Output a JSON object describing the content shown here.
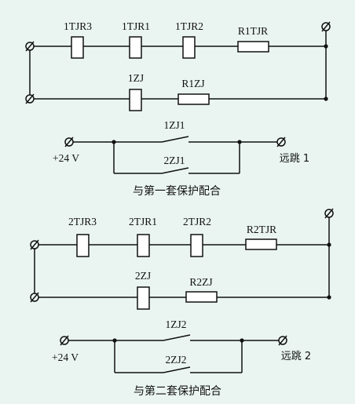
{
  "colors": {
    "background": "#eaf5f1",
    "line": "#111111",
    "component_fill": "#ffffff"
  },
  "figure1": {
    "circuit": {
      "relay_tjr3": "1TJR3",
      "relay_tjr1": "1TJR1",
      "relay_tjr2": "1TJR2",
      "resistor_top": "R1TJR",
      "relay_zj": "1ZJ",
      "resistor_bottom": "R1ZJ"
    },
    "output": {
      "source_label": "+24 V",
      "contact_top": "1ZJ1",
      "contact_bottom": "2ZJ1",
      "target_label": "远跳 1"
    },
    "caption": "与第一套保护配合"
  },
  "figure2": {
    "circuit": {
      "relay_tjr3": "2TJR3",
      "relay_tjr1": "2TJR1",
      "relay_tjr2": "2TJR2",
      "resistor_top": "R2TJR",
      "relay_zj": "2ZJ",
      "resistor_bottom": "R2ZJ"
    },
    "output": {
      "source_label": "+24 V",
      "contact_top": "1ZJ2",
      "contact_bottom": "2ZJ2",
      "target_label": "远跳 2"
    },
    "caption": "与第二套保护配合"
  }
}
